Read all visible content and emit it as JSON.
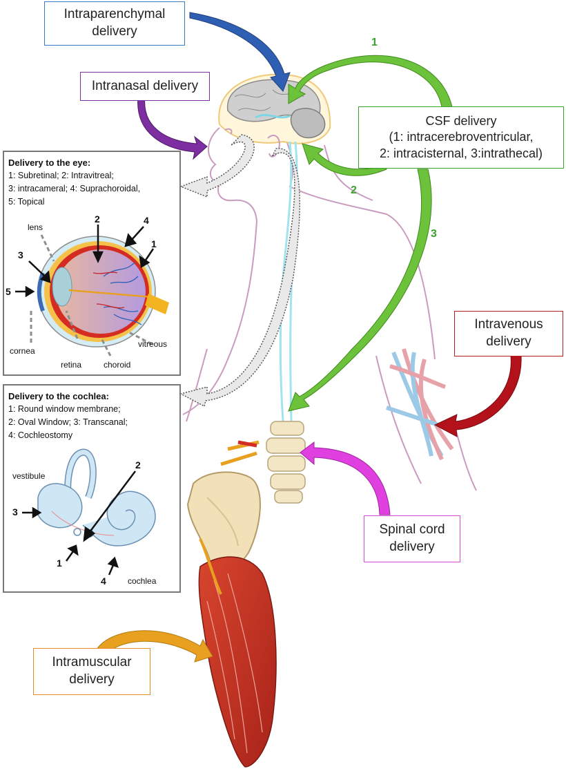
{
  "delivery_boxes": {
    "intraparenchymal": {
      "lines": [
        "Intraparenchymal",
        "delivery"
      ],
      "color": "#3a78c2"
    },
    "intranasal": {
      "lines": [
        "Intranasal delivery"
      ],
      "color": "#7a2f9e"
    },
    "csf": {
      "lines": [
        "CSF delivery",
        "(1: intracerebroventricular,",
        "2: intracisternal, 3:intrathecal)"
      ],
      "color": "#3aa12f"
    },
    "intravenous": {
      "lines": [
        "Intravenous",
        "delivery"
      ],
      "color": "#b81d1d"
    },
    "spinal_cord": {
      "lines": [
        "Spinal cord",
        "delivery"
      ],
      "color": "#d24bd2"
    },
    "intramuscular": {
      "lines": [
        "Intramuscular",
        "delivery"
      ],
      "color": "#e88a28"
    }
  },
  "csf_route_numbers": [
    "1",
    "2",
    "3"
  ],
  "eye_panel": {
    "title": "Delivery to the eye:",
    "lines": [
      "1: Subretinal; 2: Intravitreal;",
      "3: intracameral; 4: Suprachoroidal,",
      "5: Topical"
    ],
    "labels": {
      "lens": "lens",
      "cornea": "cornea",
      "retina": "retina",
      "choroid": "choroid",
      "vitreous": "vitreous"
    },
    "numbers": [
      "1",
      "2",
      "3",
      "4",
      "5"
    ]
  },
  "cochlea_panel": {
    "title": "Delivery to the cochlea:",
    "lines": [
      "1: Round window membrane;",
      "2: Oval Window; 3: Transcanal;",
      "4: Cochleostomy"
    ],
    "labels": {
      "vestibule": "vestibule",
      "cochlea": "cochlea"
    },
    "numbers": [
      "1",
      "2",
      "3",
      "4"
    ]
  },
  "colors": {
    "csf_green": "#6cc23a",
    "intraparenchymal_blue": "#2f5fb3",
    "intranasal_purple": "#7d2ea0",
    "intravenous_red": "#b3121a",
    "spinal_magenta": "#e040e0",
    "intramuscular_orange": "#e8a020",
    "body_outline": "#c99bbf",
    "spinal_cord_cyan": "#9fe4ee"
  }
}
